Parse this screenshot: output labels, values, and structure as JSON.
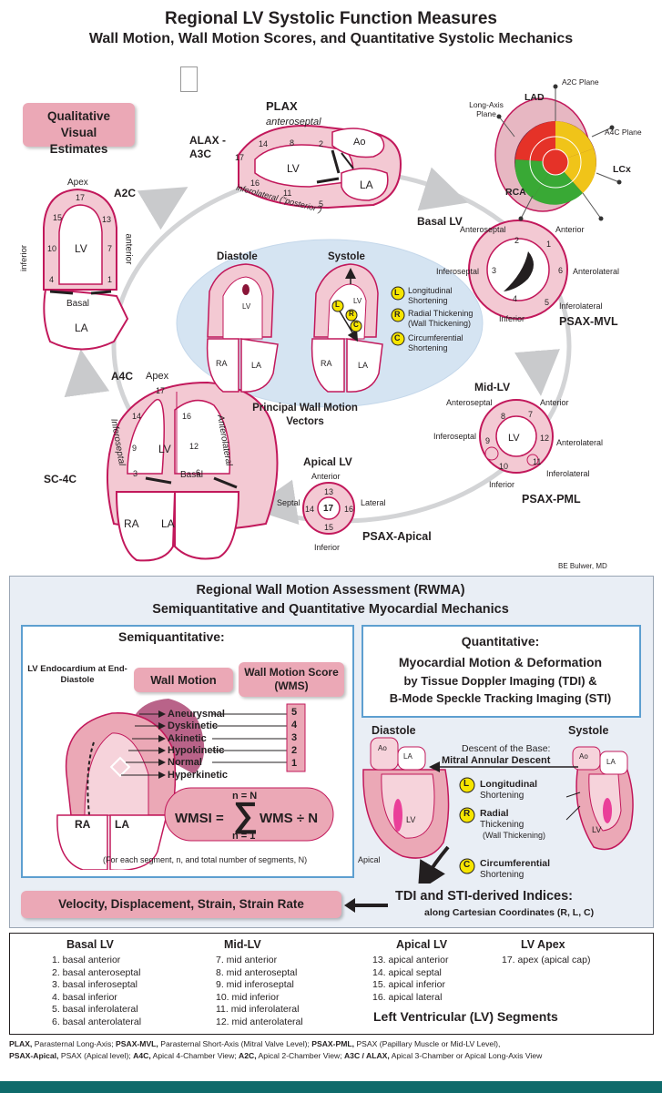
{
  "title": "Regional LV Systolic Function Measures",
  "subtitle": "Wall Motion, Wall Motion Scores, and Quantitative Systolic Mechanics",
  "qualitative_label": "Qualitative Visual Estimates",
  "views": {
    "plax": {
      "name": "PLAX",
      "alax": "ALAX - A3C",
      "anteroseptal": "anteroseptal",
      "inferolateral": "inferolateral (\"posterior\")",
      "lv": "LV",
      "ao": "Ao",
      "la": "LA",
      "segments": [
        "17",
        "14",
        "8",
        "2",
        "16",
        "11",
        "5"
      ]
    },
    "a2c": {
      "name": "A2C",
      "apex": "Apex",
      "inferior": "inferior",
      "anterior": "anterior",
      "lv": "LV",
      "basal": "Basal",
      "la": "LA",
      "segments": [
        "17",
        "15",
        "13",
        "10",
        "7",
        "4",
        "1"
      ]
    },
    "a4c": {
      "name": "A4C",
      "apex": "Apex",
      "sc4c": "SC-4C",
      "inferoseptal": "Inferoseptal",
      "anterolateral": "Anterolateral",
      "lv": "LV",
      "basal": "Basal",
      "ra": "RA",
      "la": "LA",
      "segments": [
        "17",
        "14",
        "16",
        "9",
        "12",
        "3",
        "6"
      ]
    },
    "basal": {
      "name": "Basal LV",
      "plane": "PSAX-MVL",
      "anterior": "Anterior",
      "anteroseptal": "Anteroseptal",
      "inferoseptal": "Inferoseptal",
      "anterolateral": "Anterolateral",
      "inferolateral": "Inferolateral",
      "inferior": "Inferior",
      "segments": [
        "2",
        "1",
        "3",
        "6",
        "4",
        "5"
      ]
    },
    "mid": {
      "name": "Mid-LV",
      "plane": "PSAX-PML",
      "anterior": "Anterior",
      "anteroseptal": "Anteroseptal",
      "inferoseptal": "Inferoseptal",
      "anterolateral": "Anterolateral",
      "inferolateral": "Inferolateral",
      "inferior": "Inferior",
      "lv": "LV",
      "segments": [
        "8",
        "7",
        "9",
        "12",
        "10",
        "11"
      ]
    },
    "apical": {
      "name": "Apical LV",
      "plane": "PSAX-Apical",
      "anterior": "Anterior",
      "septal": "Septal",
      "lateral": "Lateral",
      "inferior": "Inferior",
      "segments": [
        "13",
        "14",
        "17",
        "16",
        "15"
      ]
    }
  },
  "vectors": {
    "diastole": "Diastole",
    "systole": "Systole",
    "title": "Principal Wall Motion Vectors",
    "lv": "LV",
    "ra": "RA",
    "la": "LA",
    "l": "L",
    "r": "R",
    "c": "C",
    "longitudinal": "Longitudinal Shortening",
    "radial": "Radial Thickening (Wall Thickening)",
    "circumferential": "Circumferential Shortening"
  },
  "coronary": {
    "a2c_plane": "A2C Plane",
    "long_axis": "Long-Axis Plane",
    "a4c_plane": "A4C Plane",
    "lad": "LAD",
    "rca": "RCA",
    "lcx": "LCx"
  },
  "credit": "BE Bulwer, MD",
  "rwma": {
    "title": "Regional Wall Motion Assessment (RWMA)",
    "subtitle": "Semiquantitative and Quantitative Myocardial Mechanics",
    "semi": {
      "heading": "Semiquantitative:",
      "endo": "LV Endocardium at End-Diastole",
      "wall_motion": "Wall Motion",
      "wms": "Wall Motion Score (WMS)",
      "grades": [
        {
          "label": "Aneurysmal",
          "score": "5"
        },
        {
          "label": "Dyskinetic",
          "score": "4"
        },
        {
          "label": "Akinetic",
          "score": "3"
        },
        {
          "label": "Hypokinetic",
          "score": "2"
        },
        {
          "label": "Normal",
          "score": "1"
        },
        {
          "label": "Hyperkinetic",
          "score": ""
        }
      ],
      "ra": "RA",
      "la": "LA",
      "wmsi": "WMSI =",
      "sum_top": "n = N",
      "sum_bot": "n = 1",
      "formula_rest": "WMS ÷ N",
      "note": "(For each segment, n, and total number of segments, N)"
    },
    "quant": {
      "heading": "Quantitative:",
      "line1": "Myocardial Motion & Deformation",
      "line2": "by Tissue Doppler Imaging (TDI) &",
      "line3": "B-Mode Speckle Tracking Imaging (STI)",
      "diastole": "Diastole",
      "systole": "Systole",
      "descent": "Descent of the Base:",
      "mad": "Mitral Annular Descent",
      "ao": "Ao",
      "la": "LA",
      "lv": "LV",
      "apical": "Apical",
      "longitudinal": "Longitudinal",
      "shortening": "Shortening",
      "radial": "Radial",
      "thickening": "Thickening",
      "wall_thickening": "(Wall Thickening)",
      "circumferential": "Circumferential",
      "l": "L",
      "r": "R",
      "c": "C"
    },
    "vdsr": "Velocity, Displacement, Strain, Strain Rate",
    "indices": "TDI and STI-derived Indices:",
    "indices_sub": "along Cartesian Coordinates (R, L, C)"
  },
  "segments": {
    "basal": {
      "heading": "Basal LV",
      "items": [
        "1.  basal anterior",
        "2.  basal anteroseptal",
        "3.  basal inferoseptal",
        "4.  basal inferior",
        "5.  basal inferolateral",
        "6.  basal anterolateral"
      ]
    },
    "mid": {
      "heading": "Mid-LV",
      "items": [
        "7.  mid anterior",
        "8.  mid anteroseptal",
        "9.  mid inferoseptal",
        "10.  mid inferior",
        "11.  mid inferolateral",
        "12.  mid anterolateral"
      ]
    },
    "apical": {
      "heading": "Apical LV",
      "items": [
        "13.  apical anterior",
        "14.  apical septal",
        "15.  apical inferior",
        "16.  apical lateral"
      ]
    },
    "apex": {
      "heading": "LV Apex",
      "items": [
        "17.  apex (apical cap)"
      ]
    },
    "caption": "Left Ventricular (LV) Segments"
  },
  "footnote": {
    "line1": [
      [
        "PLAX,",
        " Parasternal Long-Axis; "
      ],
      [
        "PSAX-MVL,",
        " Parasternal Short-Axis (Mitral Valve Level); "
      ],
      [
        "PSAX-PML,",
        " PSAX (Papillary Muscle or Mid-LV Level),"
      ]
    ],
    "line2": [
      [
        "PSAX-Apical,",
        " PSAX (Apical level); "
      ],
      [
        "A4C,",
        " Apical 4-Chamber View; "
      ],
      [
        "A2C,",
        " Apical 2-Chamber View; "
      ],
      [
        "A3C / ALAX,",
        " Apical 3-Chamber or Apical Long-Axis View"
      ]
    ]
  },
  "colors": {
    "pink": "#eba8b6",
    "myocardium": "#f3c9d3",
    "outline": "#c2185b",
    "panel_border": "#5d9fd0",
    "panel_bg": "#e9eef5",
    "arrow_gray": "#cfd0d2",
    "yellow": "#f6e500"
  }
}
